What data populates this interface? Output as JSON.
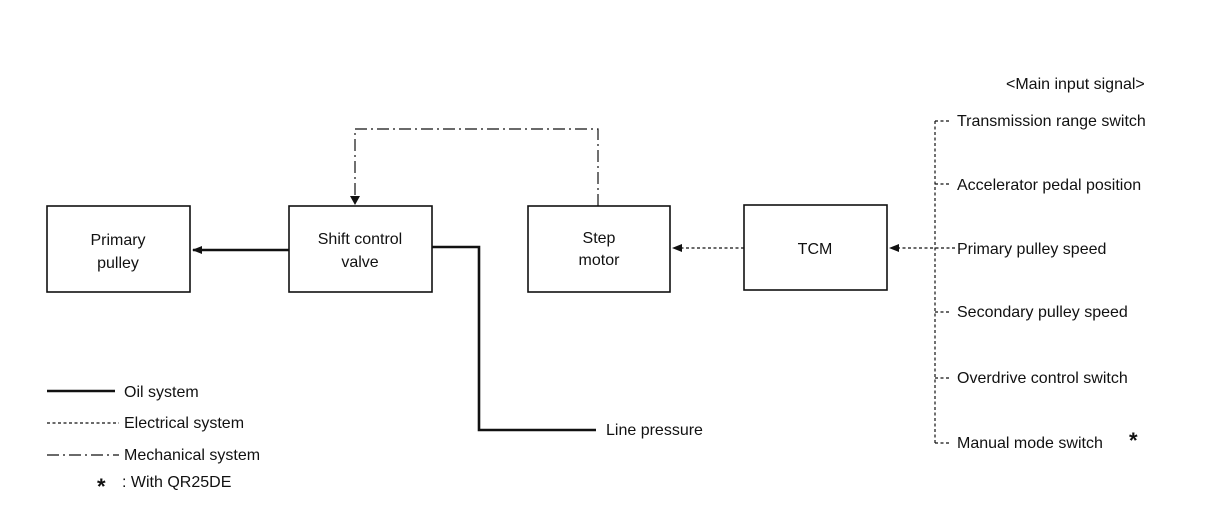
{
  "header": {
    "main_input_title": "<Main input signal>"
  },
  "blocks": {
    "primary_pulley": [
      "Primary",
      "pulley"
    ],
    "shift_control_valve": [
      "Shift control",
      "valve"
    ],
    "step_motor": [
      "Step",
      "motor"
    ],
    "tcm": "TCM"
  },
  "line_pressure": "Line pressure",
  "inputs": [
    "Transmission range switch",
    "Accelerator pedal position",
    "Primary pulley speed",
    "Secondary pulley speed",
    "Overdrive control switch",
    "Manual mode switch"
  ],
  "asterisk": "*",
  "legend": {
    "oil": "Oil system",
    "electrical": "Electrical system",
    "mechanical": "Mechanical system",
    "note": ": With QR25DE"
  }
}
